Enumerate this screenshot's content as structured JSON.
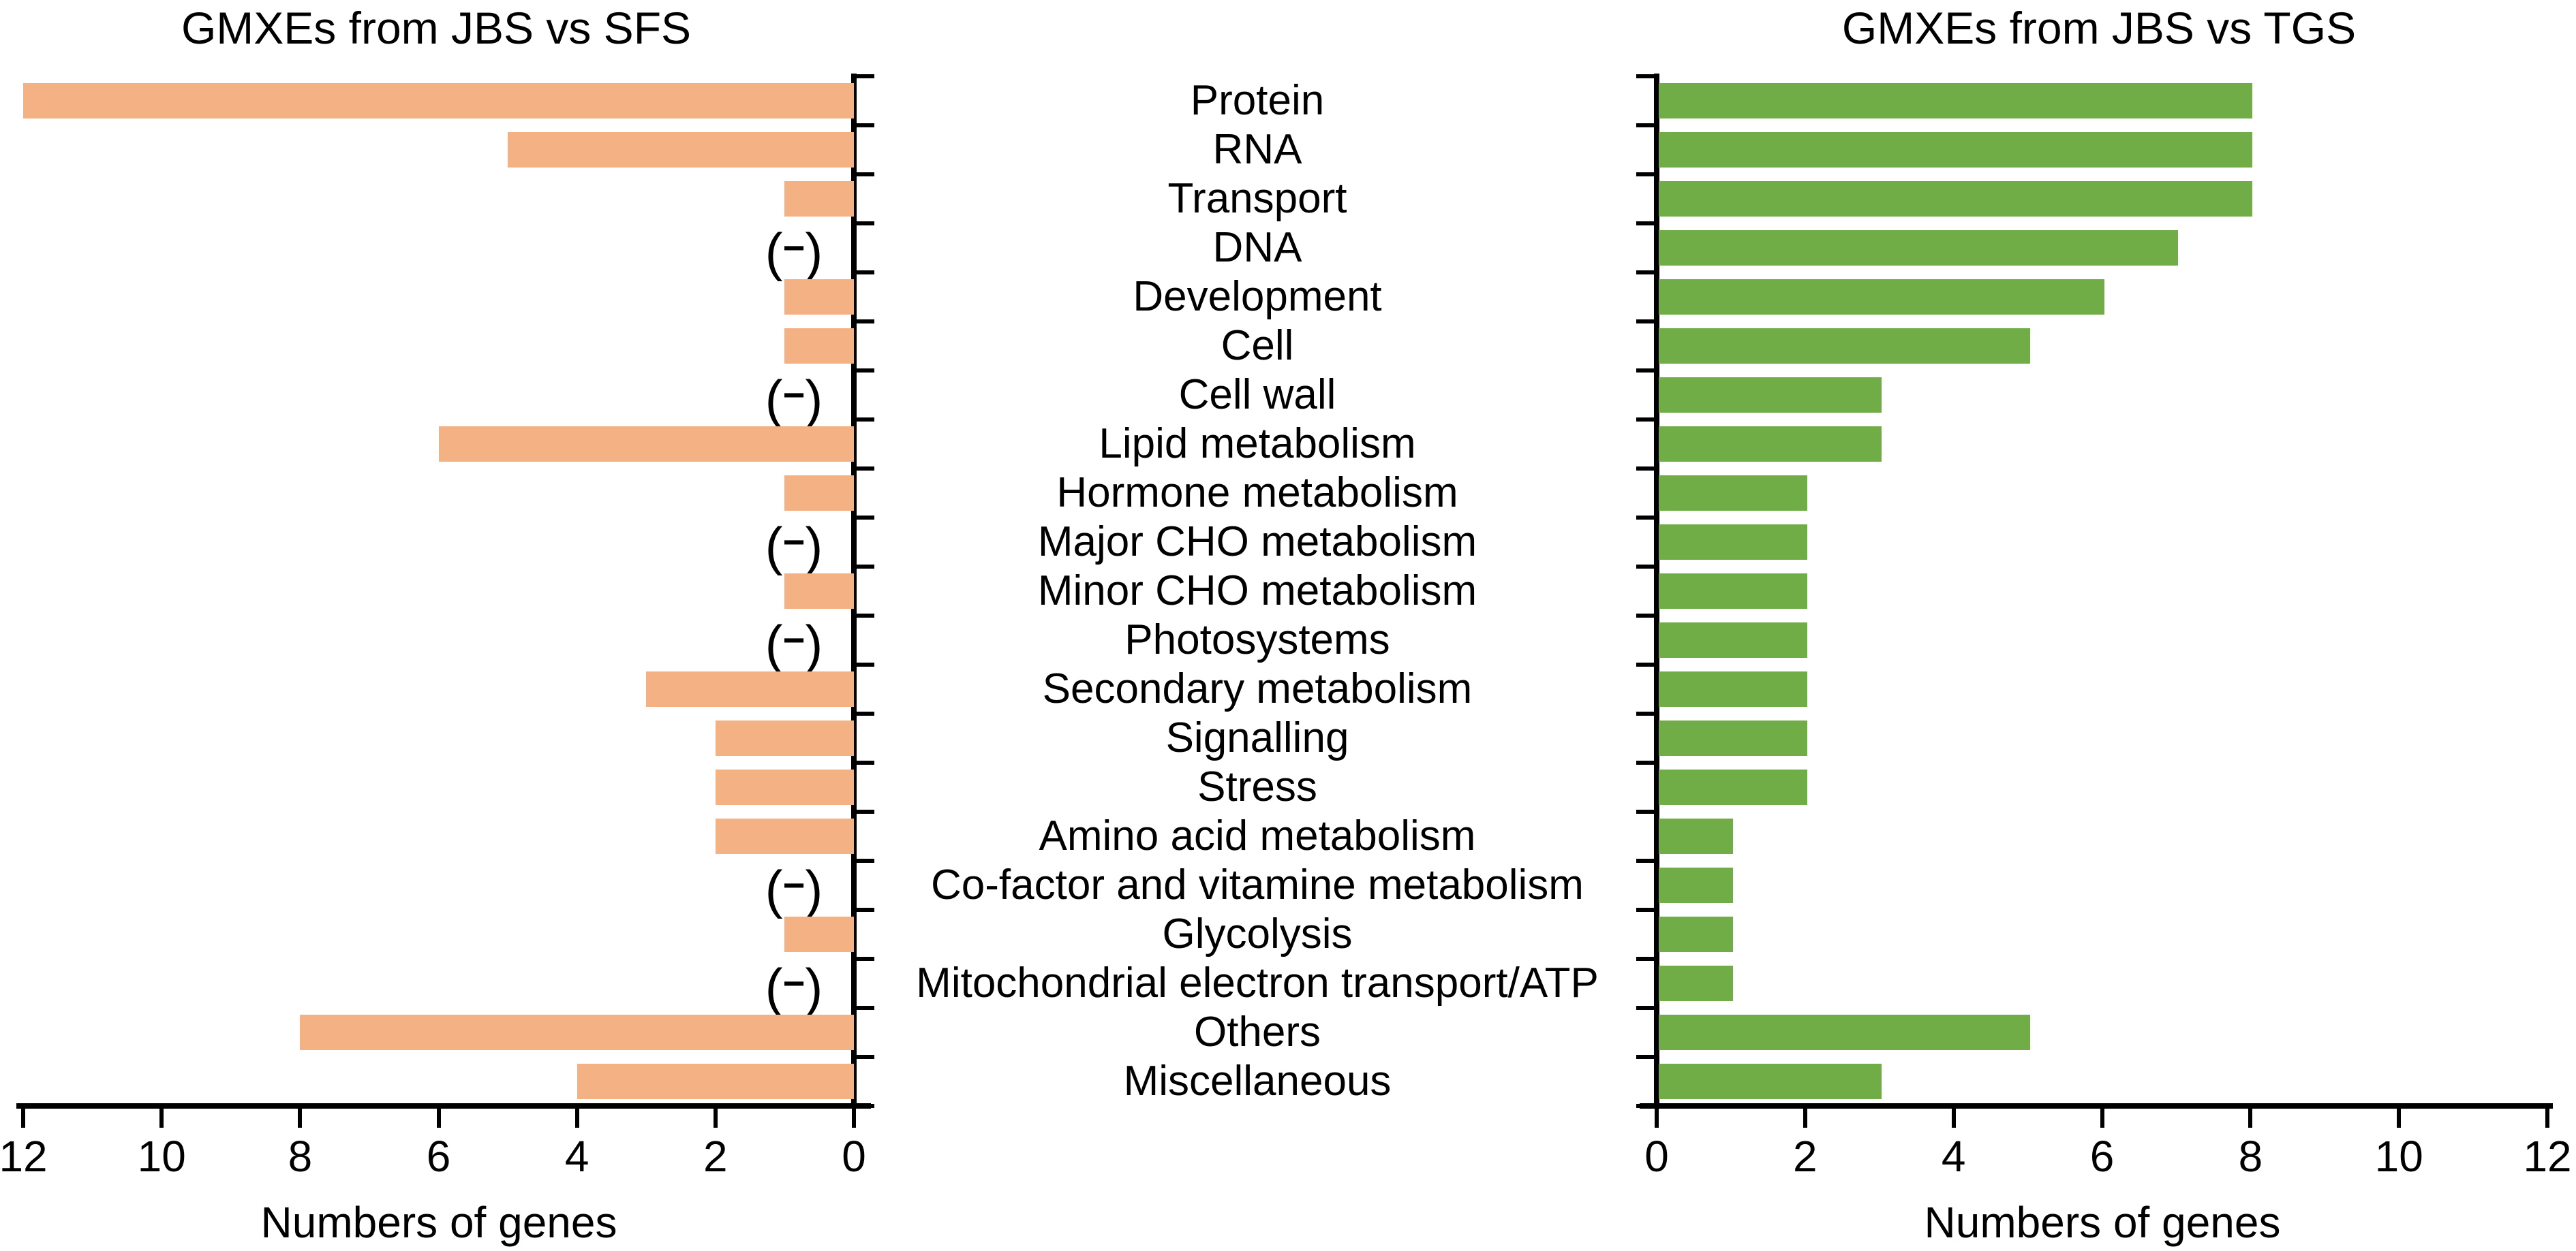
{
  "chart_data": {
    "type": "bar",
    "orientation": "horizontal",
    "categories": [
      "Protein",
      "RNA",
      "Transport",
      "DNA",
      "Development",
      "Cell",
      "Cell wall",
      "Lipid metabolism",
      "Hormone metabolism",
      "Major CHO metabolism",
      "Minor CHO metabolism",
      "Photosystems",
      "Secondary metabolism",
      "Signalling",
      "Stress",
      "Amino acid metabolism",
      "Co-factor and vitamine metabolism",
      "Glycolysis",
      "Mitochondrial electron transport/ATP",
      "Others",
      "Miscellaneous"
    ],
    "no_data_marker": "(−)",
    "panels": [
      {
        "id": "sfs",
        "title": "GMXEs from JBS vs SFS",
        "xlabel": "Numbers of genes",
        "bar_color": "#F4B183",
        "direction": "right-to-left",
        "xlim": [
          0,
          12
        ],
        "tick_values": [
          12,
          10,
          8,
          6,
          4,
          2,
          0
        ],
        "values": [
          12,
          5,
          1,
          null,
          1,
          1,
          null,
          6,
          1,
          null,
          1,
          null,
          3,
          2,
          2,
          2,
          null,
          1,
          null,
          8,
          4
        ]
      },
      {
        "id": "tgs",
        "title": "GMXEs from JBS vs TGS",
        "xlabel": "Numbers of genes",
        "bar_color": "#70AD47",
        "direction": "left-to-right",
        "xlim": [
          0,
          12
        ],
        "tick_values": [
          0,
          2,
          4,
          6,
          8,
          10,
          12
        ],
        "values": [
          8,
          8,
          8,
          7,
          6,
          5,
          3,
          3,
          2,
          2,
          2,
          2,
          2,
          2,
          2,
          1,
          1,
          1,
          1,
          5,
          3
        ]
      }
    ],
    "axis_color": "#000000",
    "grid": false,
    "legend": false
  }
}
